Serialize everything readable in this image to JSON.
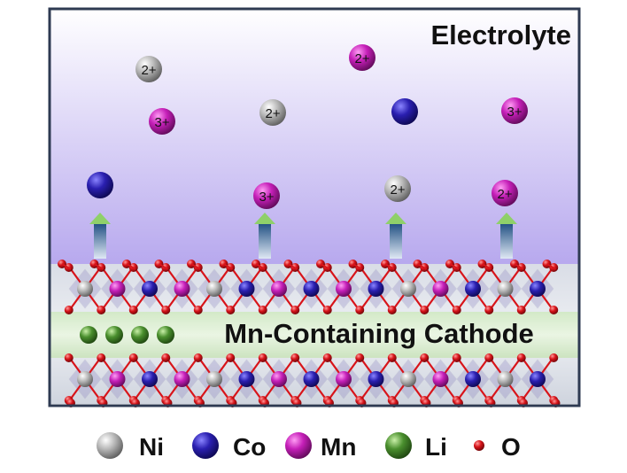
{
  "electrolyte_label": "Electrolyte",
  "cathode_label": "Mn-Containing Cathode",
  "ions": [
    {
      "element": "Ni",
      "charge": "2+"
    },
    {
      "element": "Mn",
      "charge": "3+"
    },
    {
      "element": "Co",
      "charge": ""
    },
    {
      "element": "Ni",
      "charge": "2+"
    },
    {
      "element": "Mn",
      "charge": "3+"
    },
    {
      "element": "Mn",
      "charge": "2+"
    },
    {
      "element": "Co",
      "charge": ""
    },
    {
      "element": "Ni",
      "charge": "2+"
    },
    {
      "element": "Mn",
      "charge": "3+"
    },
    {
      "element": "Mn",
      "charge": "2+"
    }
  ],
  "legend": [
    {
      "element": "Ni",
      "label": "Ni"
    },
    {
      "element": "Co",
      "label": "Co"
    },
    {
      "element": "Mn",
      "label": "Mn"
    },
    {
      "element": "Li",
      "label": "Li"
    },
    {
      "element": "O",
      "label": "O"
    }
  ],
  "colors": {
    "Ni": "#a8a8a8",
    "Co": "#2a1fb0",
    "Mn": "#c51fb8",
    "Li": "#4a8f2e",
    "O": "#d8141a",
    "electrolyte_top": "#ffffff",
    "electrolyte_bottom": "#b7a8ee",
    "frame": "#2e3a52",
    "arrow": "#2e5a8a",
    "arrow_tip": "#8fd06a"
  }
}
